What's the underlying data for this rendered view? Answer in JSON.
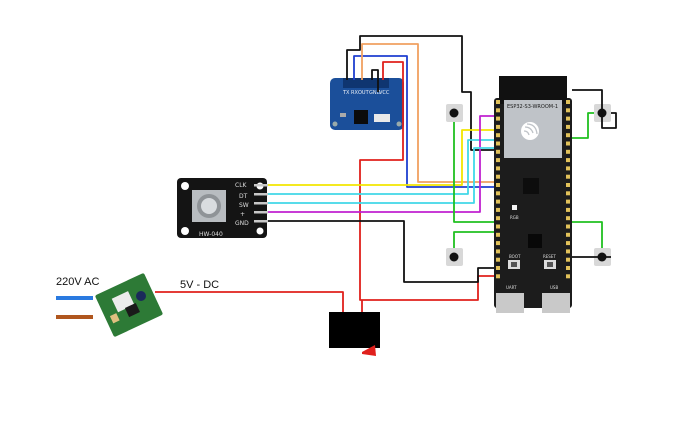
{
  "labels": {
    "ac_input": "220V AC",
    "dc_output": "5V - DC"
  },
  "encoder": {
    "model": "HW-040",
    "pins": [
      "CLK",
      "DT",
      "SW",
      "+",
      "GND"
    ]
  },
  "radar": {
    "pins": [
      "TX",
      "RX",
      "OUT",
      "GND",
      "VCC"
    ]
  },
  "mcu": {
    "module": "ESP32-S3-WROOM-1",
    "buttons": [
      "BOOT",
      "RESET"
    ],
    "ports": [
      "UART",
      "USB"
    ],
    "led": "RGB"
  },
  "colors": {
    "wire_red": "#e0201c",
    "wire_black": "#111111",
    "wire_blue": "#1f3fd0",
    "wire_orange": "#f0a060",
    "wire_yellow": "#f2e600",
    "wire_cyan": "#40d8e8",
    "wire_purple": "#c020d0",
    "wire_green": "#20c020",
    "wire_ac_blue": "#2a7ae0",
    "wire_ac_brown": "#b0561e",
    "board": "#1c1c1c",
    "radar_board": "#1b4f9a",
    "psu_board": "#2d7a36"
  }
}
